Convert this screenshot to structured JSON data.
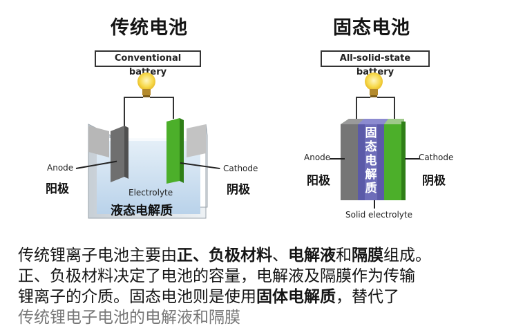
{
  "left_diagram": {
    "title": "传统电池",
    "label": "Conventional battery",
    "anode_en": "Anode",
    "anode_cn": "阳极",
    "cathode_en": "Cathode",
    "cathode_cn": "阴极",
    "electrolyte_en": "Electrolyte",
    "electrolyte_cn": "液态电解质"
  },
  "right_diagram": {
    "title": "固态电池",
    "label": "All-solid-state battery",
    "anode_en": "Anode",
    "anode_cn": "阳极",
    "cathode_en": "Cathode",
    "cathode_cn": "阴极",
    "electrolyte_vertical": [
      "固",
      "态",
      "电",
      "解",
      "质"
    ],
    "electrolyte_en": "Solid electrolyte"
  },
  "paragraph": {
    "line1_a": "传统锂离子电池主要由",
    "line1_b": "正、负极材料",
    "line1_c": "、",
    "line1_d": "电解液",
    "line1_e": "和",
    "line1_f": "隔膜",
    "line1_g": "组成。",
    "line2": "正、负极材料决定了电池的容量，电解液及隔膜作为传输",
    "line3_a": "锂离子的介质。固态电池则是使用",
    "line3_b": "固体电解质",
    "line3_c": "，替代了",
    "line4": "传统锂电子电池的电解液和隔膜"
  },
  "colors": {
    "anode_gray": "#6f6f6f",
    "cathode_green": "#4caf2a",
    "solid_electrolyte_purple": "#5b5aa8",
    "liquid_blue": "#cfe0f0",
    "bulb_yellow": "#f7d94a"
  }
}
